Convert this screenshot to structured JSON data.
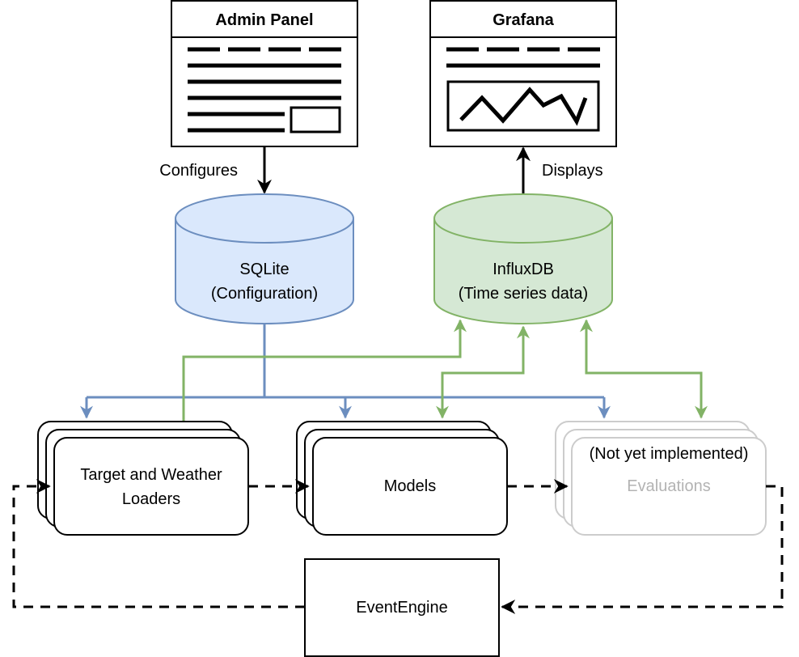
{
  "admin_panel": {
    "title": "Admin Panel"
  },
  "grafana": {
    "title": "Grafana"
  },
  "edges": {
    "configures": "Configures",
    "displays": "Displays"
  },
  "sqlite": {
    "line1": "SQLite",
    "line2": "(Configuration)"
  },
  "influxdb": {
    "line1": "InfluxDB",
    "line2": "(Time series data)"
  },
  "loaders": {
    "line1": "Target and Weather",
    "line2": "Loaders"
  },
  "models": {
    "label": "Models"
  },
  "evaluations": {
    "note": "(Not yet implemented)",
    "label": "Evaluations"
  },
  "event_engine": {
    "label": "EventEngine"
  },
  "colors": {
    "config_stroke": "#6c8ebf",
    "config_fill": "#dae8fc",
    "timeseries_stroke": "#82b366",
    "timeseries_fill": "#d5e8d4",
    "disabled_stroke": "#cccccc",
    "disabled_text": "#b3b3b3"
  }
}
